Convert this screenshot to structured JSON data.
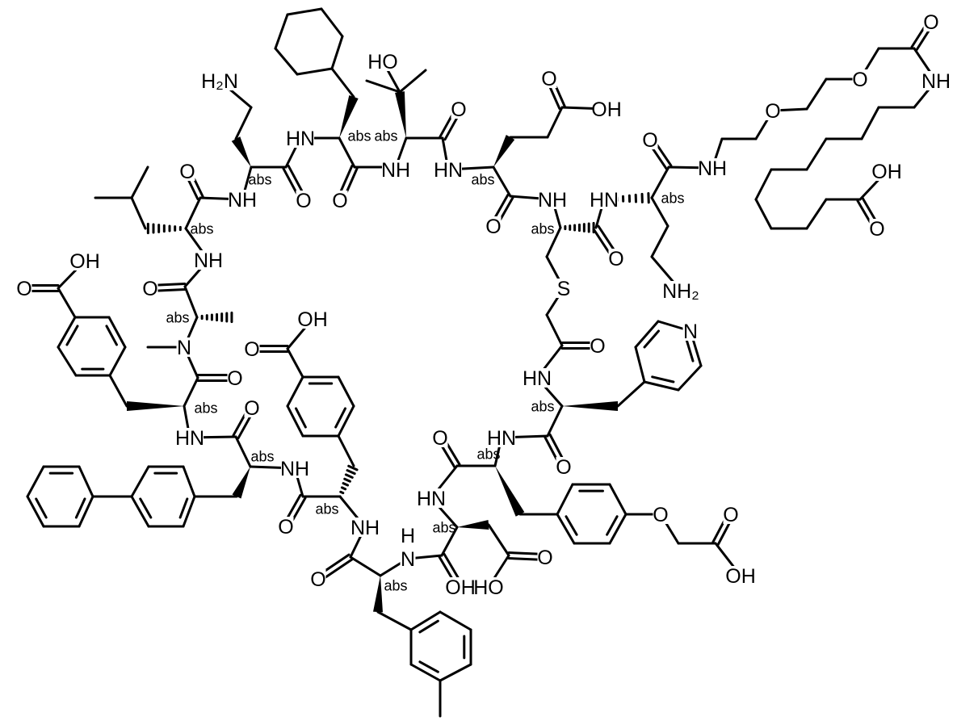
{
  "colors": {
    "bond": "#000000",
    "background": "#ffffff"
  },
  "atom_labels": [
    "H₂N",
    "HN",
    "abs",
    "abs",
    "HO",
    "NH",
    "O",
    "O",
    "abs",
    "O",
    "NH",
    "abs",
    "NH",
    "OH",
    "O",
    "O",
    "abs",
    "N",
    "OH",
    "O",
    "O",
    "abs",
    "HN",
    "O",
    "abs",
    "NH",
    "O",
    "abs",
    "NH",
    "O",
    "abs",
    "H",
    "N",
    "OH",
    "abs",
    "HN",
    "O",
    "abs",
    "O",
    "HO",
    "HN",
    "O",
    "abs",
    "HN",
    "O",
    "N",
    "S",
    "abs",
    "NH",
    "O",
    "HN",
    "abs",
    "O",
    "NH",
    "NH₂",
    "O",
    "O",
    "O",
    "NH",
    "OH",
    "O",
    "O",
    "O",
    "OH",
    "O",
    "O",
    "OH",
    "HN",
    "abs",
    "O"
  ]
}
